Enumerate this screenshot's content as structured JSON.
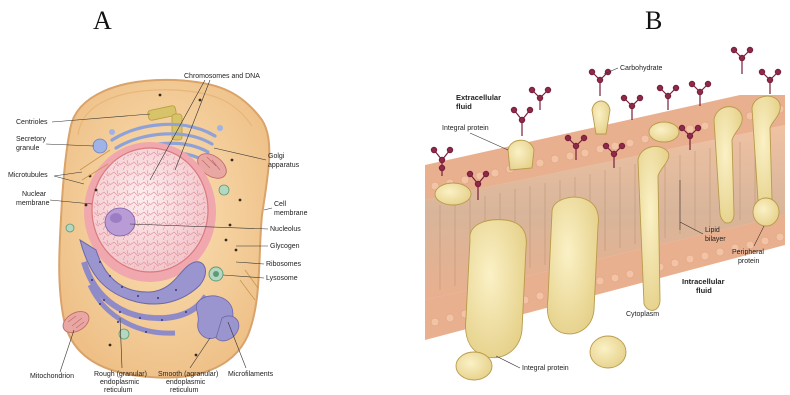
{
  "panels": {
    "a": {
      "letter": "A"
    },
    "b": {
      "letter": "B"
    }
  },
  "cell_labels": {
    "chromosomes": "Chromosomes and DNA",
    "centrioles": "Centrioles",
    "secretory_1": "Secretory",
    "secretory_2": "granule",
    "microtubules": "Microtubules",
    "nuclear_1": "Nuclear",
    "nuclear_2": "membrane",
    "golgi_1": "Golgi",
    "golgi_2": "apparatus",
    "cellmem_1": "Cell",
    "cellmem_2": "membrane",
    "nucleolus": "Nucleolus",
    "glycogen": "Glycogen",
    "ribosomes": "Ribosomes",
    "lysosome": "Lysosome",
    "mitochondrion": "Mitochondrion",
    "rough_1": "Rough (granular)",
    "rough_2": "endoplasmic",
    "rough_3": "reticulum",
    "smooth_1": "Smooth (agranular)",
    "smooth_2": "endoplasmic",
    "smooth_3": "reticulum",
    "microfilaments": "Microfilaments"
  },
  "membrane_labels": {
    "carbohydrate": "Carbohydrate",
    "extracellular_1": "Extracellular",
    "extracellular_2": "fluid",
    "integral_top": "Integral protein",
    "lipid_1": "Lipid",
    "lipid_2": "bilayer",
    "peripheral_1": "Peripheral",
    "peripheral_2": "protein",
    "intracellular_1": "Intracellular",
    "intracellular_2": "fluid",
    "cytoplasm": "Cytoplasm",
    "integral_bottom": "Integral protein"
  },
  "colors": {
    "cytoplasm": "#f3cf9c",
    "nucleus_fill": "#f7d9dc",
    "nucleus_rim": "#d97a7e",
    "er": "#8f8bc8",
    "golgi": "#9eaedd",
    "membrane_head": "#e9b08f",
    "protein": "#f2e2a6",
    "carbohydrate": "#7a1f3a"
  }
}
